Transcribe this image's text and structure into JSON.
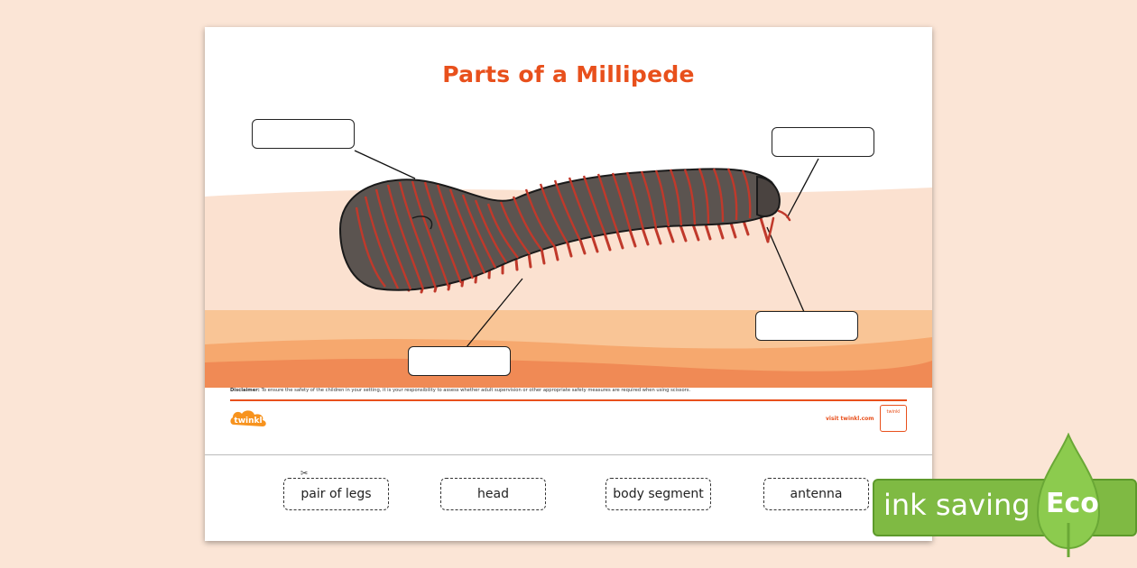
{
  "worksheet": {
    "title": "Parts of a Millipede",
    "disclaimer_label": "Disclaimer:",
    "disclaimer_text": "To ensure the safety of the children in your setting, it is your responsibility to assess whether adult supervision or other appropriate safety measures are required when using scissors.",
    "logo_text": "twinkl",
    "visit_text": "visit twinkl.com",
    "badge_text": "twinkl",
    "word_cards": [
      "pair of legs",
      "head",
      "body segment",
      "antenna"
    ]
  },
  "eco_badge": {
    "label": "ink saving",
    "word": "Eco",
    "color": "#7fba43"
  }
}
